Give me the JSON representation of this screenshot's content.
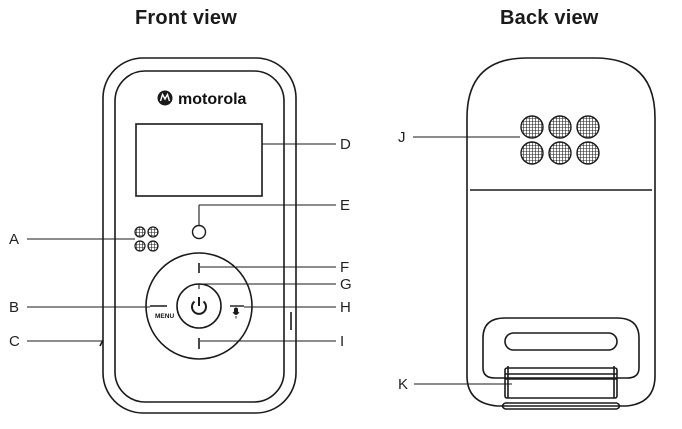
{
  "titles": {
    "front": "Front view",
    "back": "Back view"
  },
  "brand": {
    "name": "motorola",
    "logo_icon": "motorola-batwing-logo-icon"
  },
  "buttons": {
    "menu_label": "MENU",
    "power_icon": "power-icon",
    "mic_icon": "microphone-icon"
  },
  "callouts": {
    "A": "A",
    "B": "B",
    "C": "C",
    "D": "D",
    "E": "E",
    "F": "F",
    "G": "G",
    "H": "H",
    "I": "I",
    "J": "J",
    "K": "K"
  },
  "colors": {
    "stroke": "#1a1a1a",
    "background": "#ffffff"
  }
}
